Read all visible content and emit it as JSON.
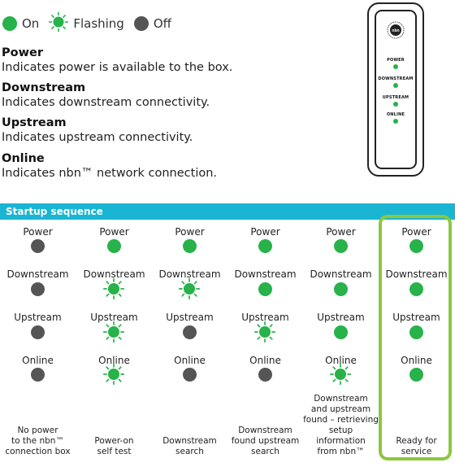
{
  "colors": {
    "on": "#27b24a",
    "off": "#555555",
    "bar": "#1ab5d3",
    "ready_outline": "#8dc63f"
  },
  "legend": [
    {
      "state": "on",
      "label": "On",
      "icon": "solid-green-dot-icon"
    },
    {
      "state": "flashing",
      "label": "Flashing",
      "icon": "flashing-green-dot-icon"
    },
    {
      "state": "off",
      "label": "Off",
      "icon": "solid-grey-dot-icon"
    }
  ],
  "descriptions": [
    {
      "heading": "Power",
      "text": "Indicates power is available to the box."
    },
    {
      "heading": "Downstream",
      "text": "Indicates downstream connectivity."
    },
    {
      "heading": "Upstream",
      "text": "Indicates upstream connectivity."
    },
    {
      "heading": "Online",
      "text": "Indicates nbn™ network connection."
    }
  ],
  "device": {
    "logo_text": "nbn",
    "leds": [
      {
        "label": "POWER"
      },
      {
        "label": "DOWNSTREAM"
      },
      {
        "label": "UPSTREAM"
      },
      {
        "label": "ONLINE"
      }
    ]
  },
  "sequence": {
    "title": "Startup sequence",
    "indicator_labels": [
      "Power",
      "Downstream",
      "Upstream",
      "Online"
    ],
    "columns": [
      {
        "states": [
          "off",
          "off",
          "off",
          "off"
        ],
        "caption": "No power\nto the nbn™\nconnection box"
      },
      {
        "states": [
          "on",
          "flashing",
          "flashing",
          "flashing"
        ],
        "caption": "Power-on\nself test"
      },
      {
        "states": [
          "on",
          "flashing",
          "off",
          "off"
        ],
        "caption": "Downstream\nsearch"
      },
      {
        "states": [
          "on",
          "on",
          "flashing",
          "off"
        ],
        "caption": "Downstream\nfound upstream\nsearch"
      },
      {
        "states": [
          "on",
          "on",
          "on",
          "flashing"
        ],
        "caption": "Downstream\nand upstream\nfound – retrieving\nsetup information\nfrom nbn™"
      },
      {
        "states": [
          "on",
          "on",
          "on",
          "on"
        ],
        "caption": "Ready for\nservice",
        "highlighted": true
      }
    ]
  }
}
